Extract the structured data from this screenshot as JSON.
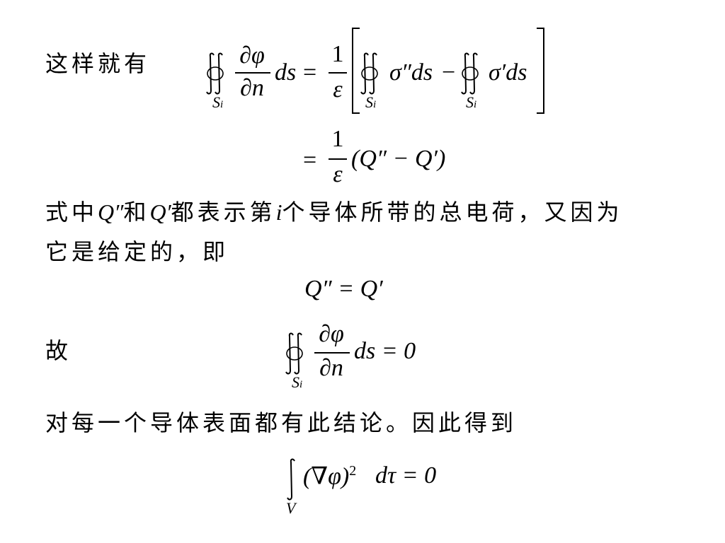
{
  "eq1": {
    "intro": "这样就有",
    "frac_partial_num": "∂φ",
    "frac_partial_den": "∂n",
    "ds": "ds",
    "eq": "=",
    "one": "1",
    "eps": "ε",
    "sigma_pp_ds": "σ″ds",
    "minus": "−",
    "sigma_p_ds": "σ′ds",
    "sub_S": "S",
    "sub_i": "i"
  },
  "eq2": {
    "eq": "=",
    "one": "1",
    "eps": "ε",
    "rest": "(Q″ − Q′)"
  },
  "para1": {
    "t1": "式中",
    "Qpp": "Q″",
    "t2": "和",
    "Qp": "Q′",
    "t3": "都表示第",
    "i": "i",
    "t4": "个导体所带的总电荷，又因为",
    "line2": "它是给定的，即"
  },
  "eq3": {
    "text": "Q″ = Q′"
  },
  "eq4": {
    "intro": "故",
    "num": "∂φ",
    "den": "∂n",
    "rest": "ds = 0",
    "sub_S": "S",
    "sub_i": "i"
  },
  "para2": {
    "text": "对每一个导体表面都有此结论。因此得到"
  },
  "eq5": {
    "body": "(∇φ)",
    "sup": "2",
    "rest": "dτ = 0",
    "sub": "V"
  }
}
